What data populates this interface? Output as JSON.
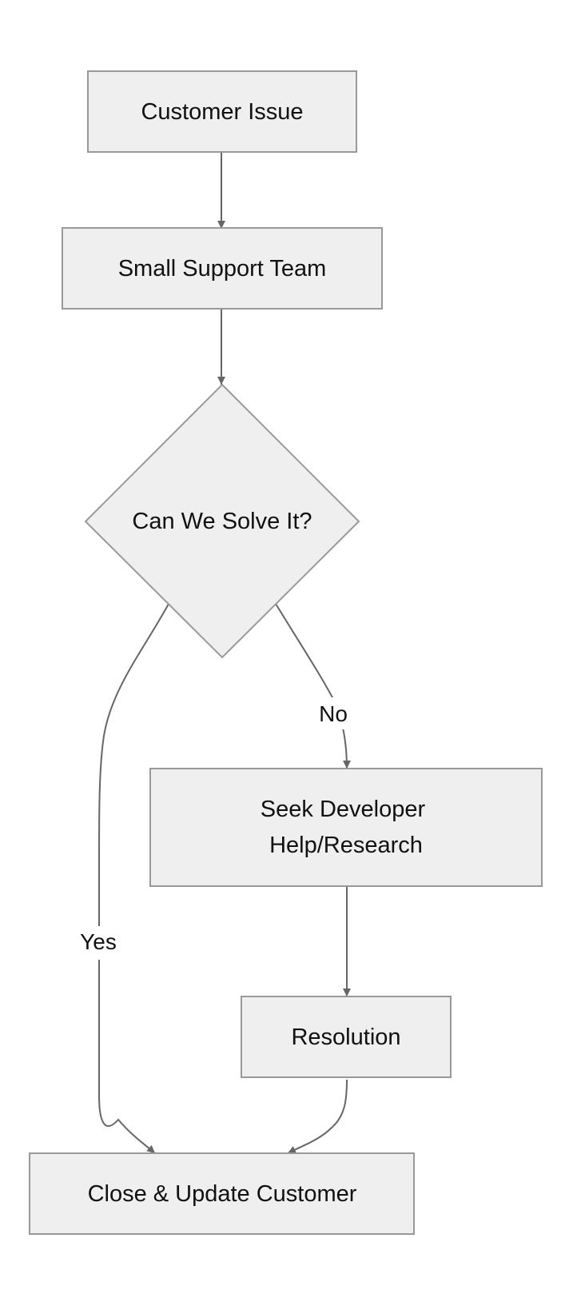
{
  "nodes": {
    "customer_issue": "Customer Issue",
    "small_support_team": "Small Support Team",
    "decision": "Can We Solve It?",
    "seek_help": [
      "Seek Developer",
      "Help/Research"
    ],
    "resolution": "Resolution",
    "close_update": "Close & Update Customer"
  },
  "edges": {
    "yes_label": "Yes",
    "no_label": "No"
  },
  "colors": {
    "node_fill": "#efefef",
    "node_stroke": "#999999",
    "edge": "#666666",
    "text": "#111111"
  }
}
